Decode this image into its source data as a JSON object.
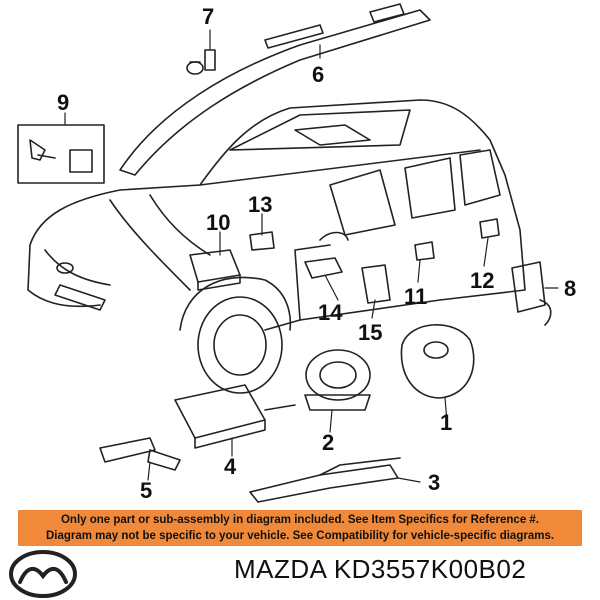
{
  "diagram": {
    "callouts": [
      "1",
      "2",
      "3",
      "4",
      "5",
      "6",
      "7",
      "8",
      "9",
      "10",
      "11",
      "12",
      "13",
      "14",
      "15"
    ]
  },
  "banner": {
    "line1": "Only one part or sub-assembly in diagram included. See Item Specifics for Reference #.",
    "line2": "Diagram may not be specific to your vehicle. See Compatibility for vehicle-specific diagrams."
  },
  "footer": {
    "brand": "MAZDA",
    "part_number": "KD3557K00B02",
    "logo_icon": "mazda-logo-icon"
  },
  "colors": {
    "banner_bg": "#f08a3a",
    "line": "#222222"
  }
}
